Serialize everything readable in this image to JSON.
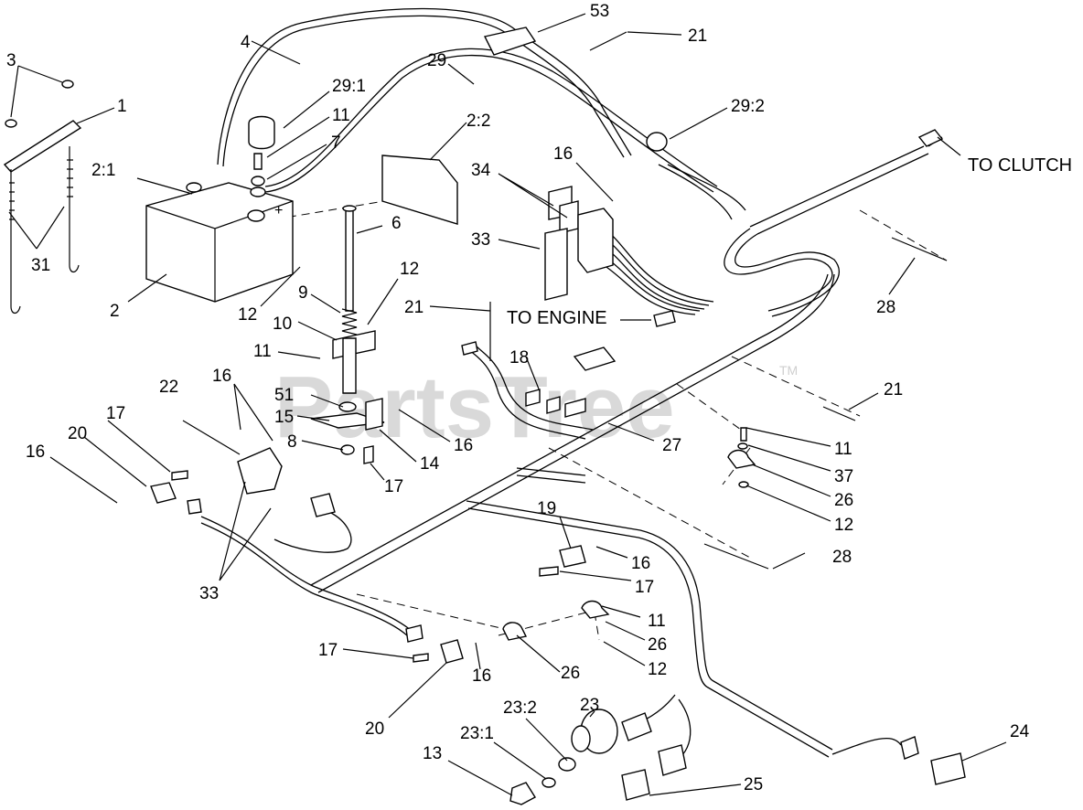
{
  "watermark": {
    "text": "PartsTree",
    "trademark": "TM"
  },
  "notes": {
    "to_clutch": "TO CLUTCH",
    "to_engine": "TO ENGINE"
  },
  "callouts": {
    "c53": "53",
    "c21a": "21",
    "c4": "4",
    "c29": "29",
    "c3": "3",
    "c1": "1",
    "c29_1": "29:1",
    "c11a": "11",
    "c7": "7",
    "c29_2": "29:2",
    "c2_2": "2:2",
    "c16a": "16",
    "c34": "34",
    "c2_1": "2:1",
    "c6": "6",
    "c33a": "33",
    "c31": "31",
    "c12a": "12",
    "c9": "9",
    "c2": "2",
    "c12b": "12",
    "c21b": "21",
    "c28a": "28",
    "c10": "10",
    "c11b": "11",
    "c18": "18",
    "c21c": "21",
    "c16b": "16",
    "c51": "51",
    "c15": "15",
    "c8": "8",
    "c16c": "16",
    "c14": "14",
    "c17a": "17",
    "c22": "22",
    "c27": "27",
    "c11c": "11",
    "c37": "37",
    "c26a": "26",
    "c12c": "12",
    "c20a": "20",
    "c16d": "16",
    "c17b": "17",
    "c33b": "33",
    "c19": "19",
    "c16e": "16",
    "c28b": "28",
    "c17c": "17",
    "c11d": "11",
    "c26b": "26",
    "c12d": "12",
    "c17d": "17",
    "c16f": "16",
    "c26c": "26",
    "c20b": "20",
    "c23_2": "23:2",
    "c23": "23",
    "c24": "24",
    "c23_1": "23:1",
    "c13": "13",
    "c25": "25"
  }
}
